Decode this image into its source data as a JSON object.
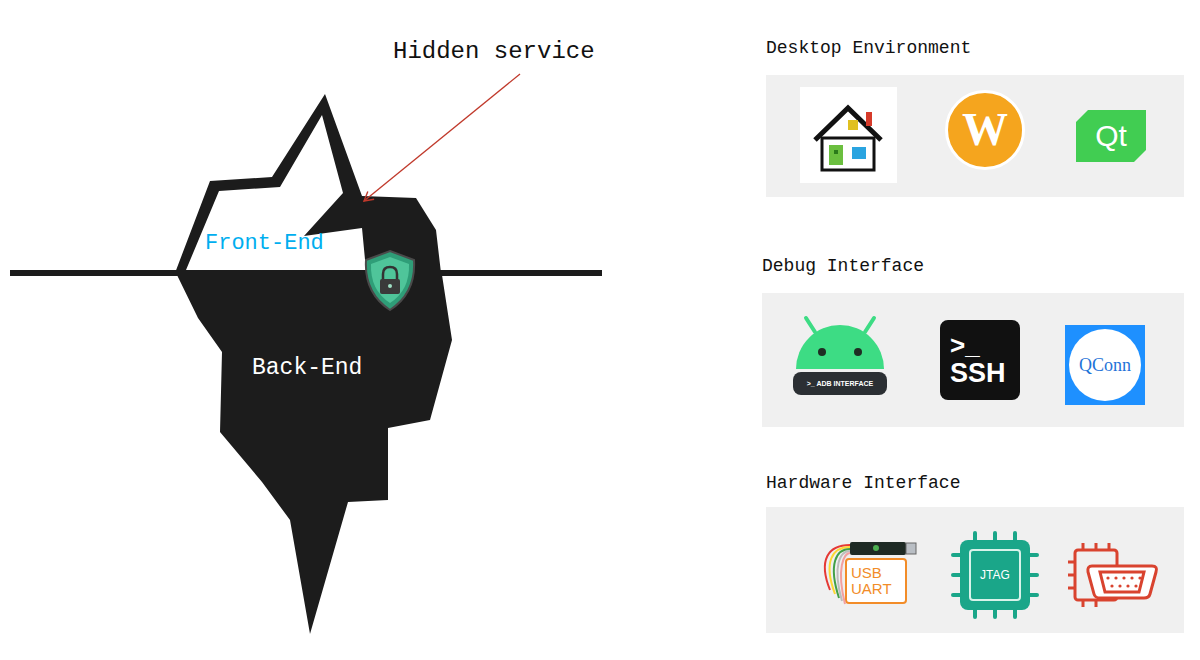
{
  "diagram": {
    "nodes": [
      {
        "text": [
          "Desktop Environment"
        ]
      },
      {
        "text": [
          "W"
        ],
        "in": 0
      },
      {
        "text": [
          "Qt"
        ],
        "in": 0
      },
      {
        "text": [
          "Debug Interface"
        ]
      },
      {
        "text": [
          ">_ ADB INTERFACE"
        ],
        "in": 3
      },
      {
        "text": [
          ">_",
          "SSH"
        ],
        "in": 3
      },
      {
        "text": [
          "QConn"
        ],
        "in": 3
      },
      {
        "text": [
          "Hardware Interface"
        ]
      },
      {
        "text": [
          "USB UART"
        ],
        "in": 7
      },
      {
        "text": [
          "JTAG"
        ],
        "in": 7
      }
    ],
    "labels": [
      "Hidden service",
      "Front-End",
      "Back-End"
    ]
  }
}
